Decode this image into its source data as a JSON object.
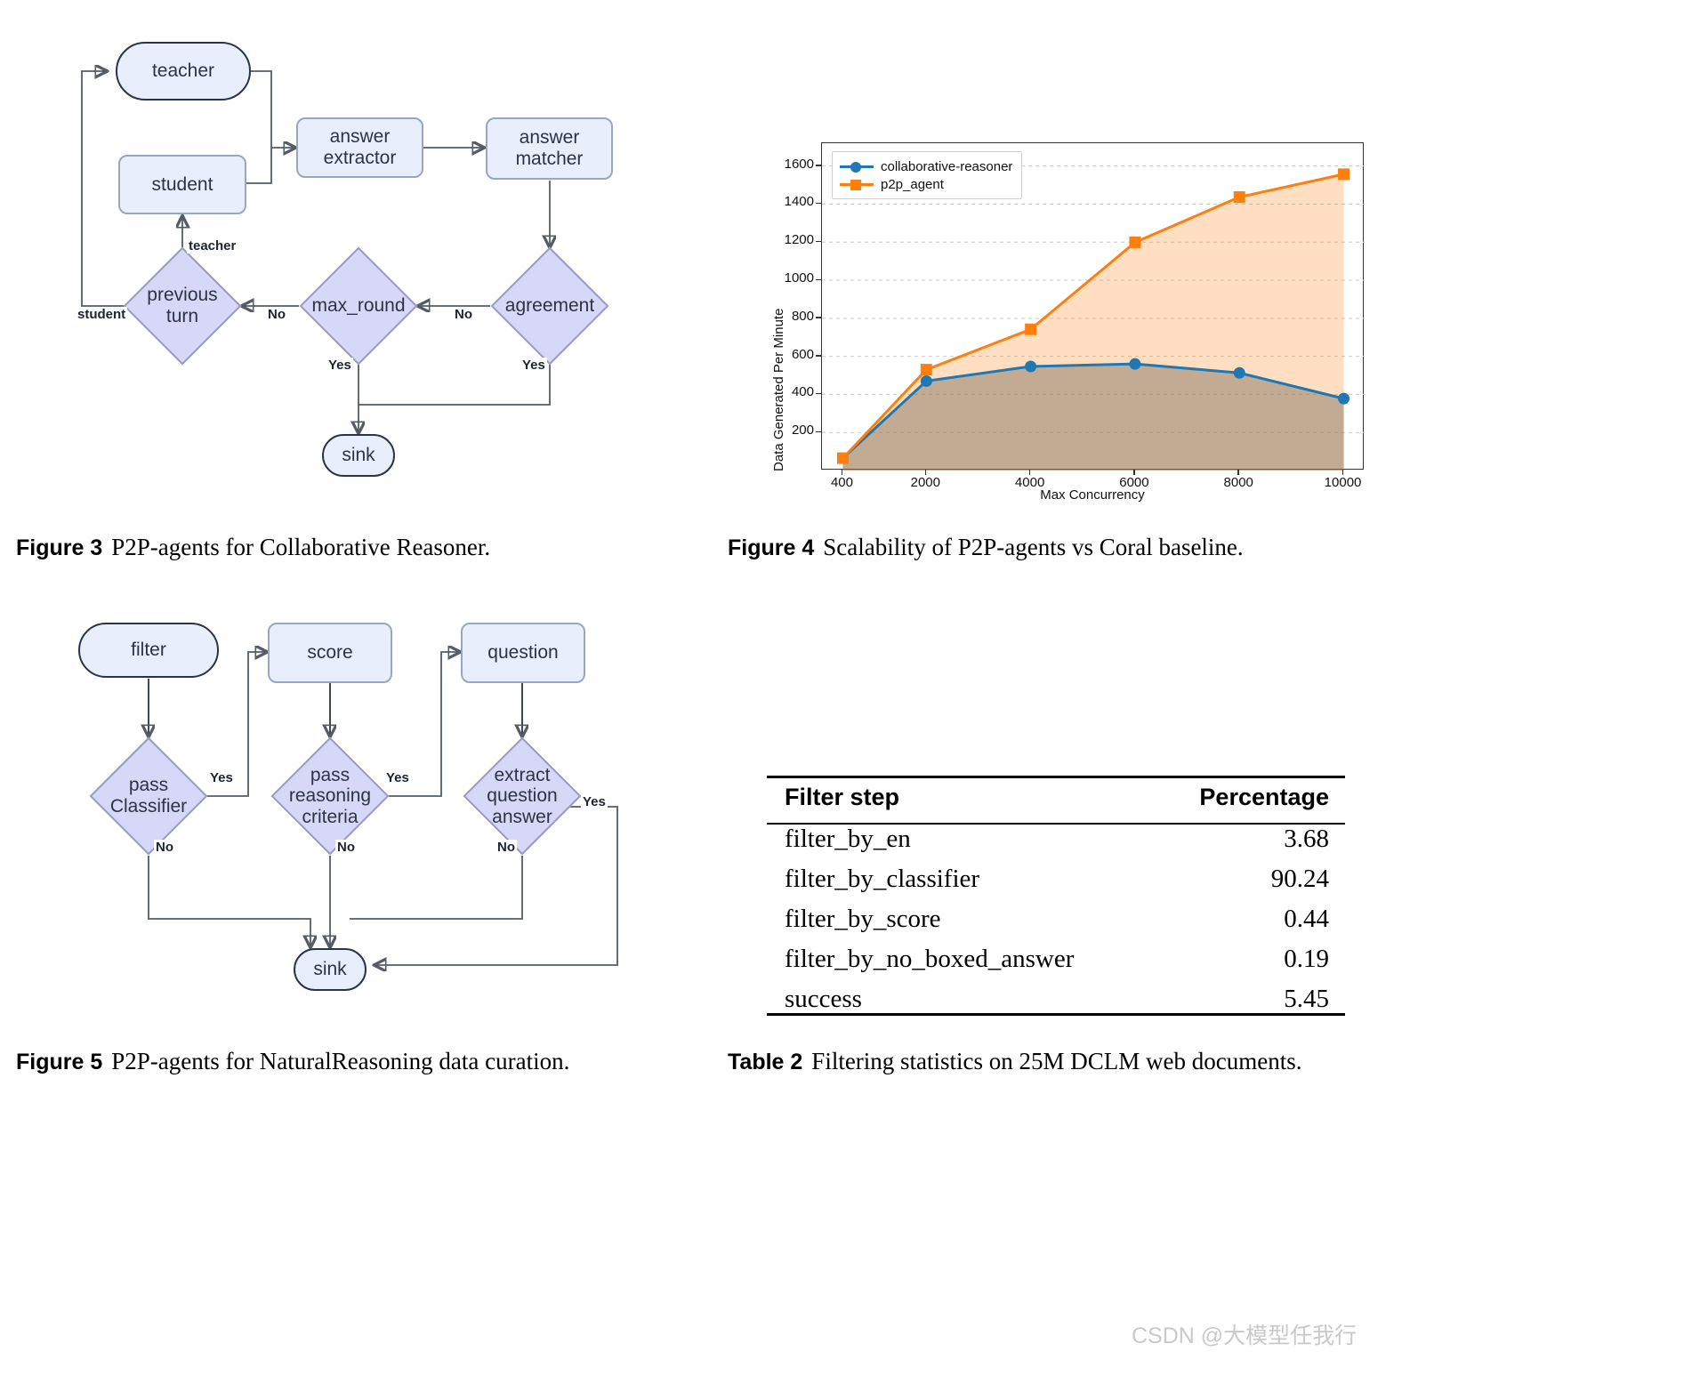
{
  "figure3": {
    "nodes": [
      {
        "id": "teacher",
        "label": "teacher"
      },
      {
        "id": "student",
        "label": "student"
      },
      {
        "id": "answer_extractor",
        "label": "answer\nextractor"
      },
      {
        "id": "answer_matcher",
        "label": "answer\nmatcher"
      },
      {
        "id": "previous_turn",
        "label": "previous\nturn"
      },
      {
        "id": "max_round",
        "label": "max_round"
      },
      {
        "id": "agreement",
        "label": "agreement"
      },
      {
        "id": "sink",
        "label": "sink"
      }
    ],
    "edge_labels": {
      "teacher": "teacher",
      "student": "student",
      "no_maxround": "No",
      "no_agreement": "No",
      "yes_maxround": "Yes",
      "yes_agreement": "Yes"
    }
  },
  "figure4": {
    "caption_label": "Figure 4",
    "caption_text": "Scalability of P2P-agents vs Coral baseline."
  },
  "figure5": {
    "nodes": [
      {
        "id": "filter",
        "label": "filter"
      },
      {
        "id": "score",
        "label": "score"
      },
      {
        "id": "question",
        "label": "question"
      },
      {
        "id": "pass_classifier",
        "label": "pass\nClassifier"
      },
      {
        "id": "pass_reasoning",
        "label": "pass\nreasoning\ncriteria"
      },
      {
        "id": "extract_qa",
        "label": "extract\nquestion\nanswer"
      },
      {
        "id": "sink",
        "label": "sink"
      }
    ],
    "edge_labels": {
      "yes1": "Yes",
      "no1": "No",
      "yes2": "Yes",
      "no2": "No",
      "yes3": "Yes",
      "no3": "No"
    }
  },
  "captions": {
    "fig3_label": "Figure 3",
    "fig3_text": "P2P-agents for Collaborative Reasoner.",
    "fig4_label": "Figure 4",
    "fig4_text": "Scalability of P2P-agents vs Coral baseline.",
    "fig5_label": "Figure 5",
    "fig5_text": "P2P-agents for NaturalReasoning data curation.",
    "tbl2_label": "Table 2",
    "tbl2_text": "Filtering statistics on 25M DCLM web documents."
  },
  "table2": {
    "headers": [
      "Filter step",
      "Percentage"
    ],
    "rows": [
      {
        "step": "filter_by_en",
        "pct": "3.68"
      },
      {
        "step": "filter_by_classifier",
        "pct": "90.24"
      },
      {
        "step": "filter_by_score",
        "pct": "0.44"
      },
      {
        "step": "filter_by_no_boxed_answer",
        "pct": "0.19"
      },
      {
        "step": "success",
        "pct": "5.45"
      }
    ]
  },
  "watermark": {
    "text": "CSDN @大模型任我行"
  },
  "chart_data": {
    "type": "line",
    "title": "",
    "xlabel": "Max Concurrency",
    "ylabel": "Data Generated Per Minute",
    "x": [
      400,
      2000,
      4000,
      6000,
      8000,
      10000
    ],
    "xticklabels": [
      "400",
      "2000",
      "4000",
      "6000",
      "8000",
      "10000"
    ],
    "yticks": [
      200,
      400,
      600,
      800,
      1000,
      1200,
      1400,
      1600
    ],
    "ylim": [
      0,
      1720
    ],
    "xlim": [
      0,
      10400
    ],
    "grid": true,
    "legend_position": "upper left",
    "series": [
      {
        "name": "collaborative-reasoner",
        "color": "#1f77b4",
        "marker": "circle",
        "fill_color": "#cfc4bb",
        "values": [
          65,
          470,
          547,
          560,
          513,
          378
        ]
      },
      {
        "name": "p2p_agent",
        "color": "#ff7f0e",
        "marker": "square",
        "fill_color": "#fbe0c6",
        "values": [
          65,
          530,
          742,
          1199,
          1437,
          1557
        ]
      }
    ]
  }
}
